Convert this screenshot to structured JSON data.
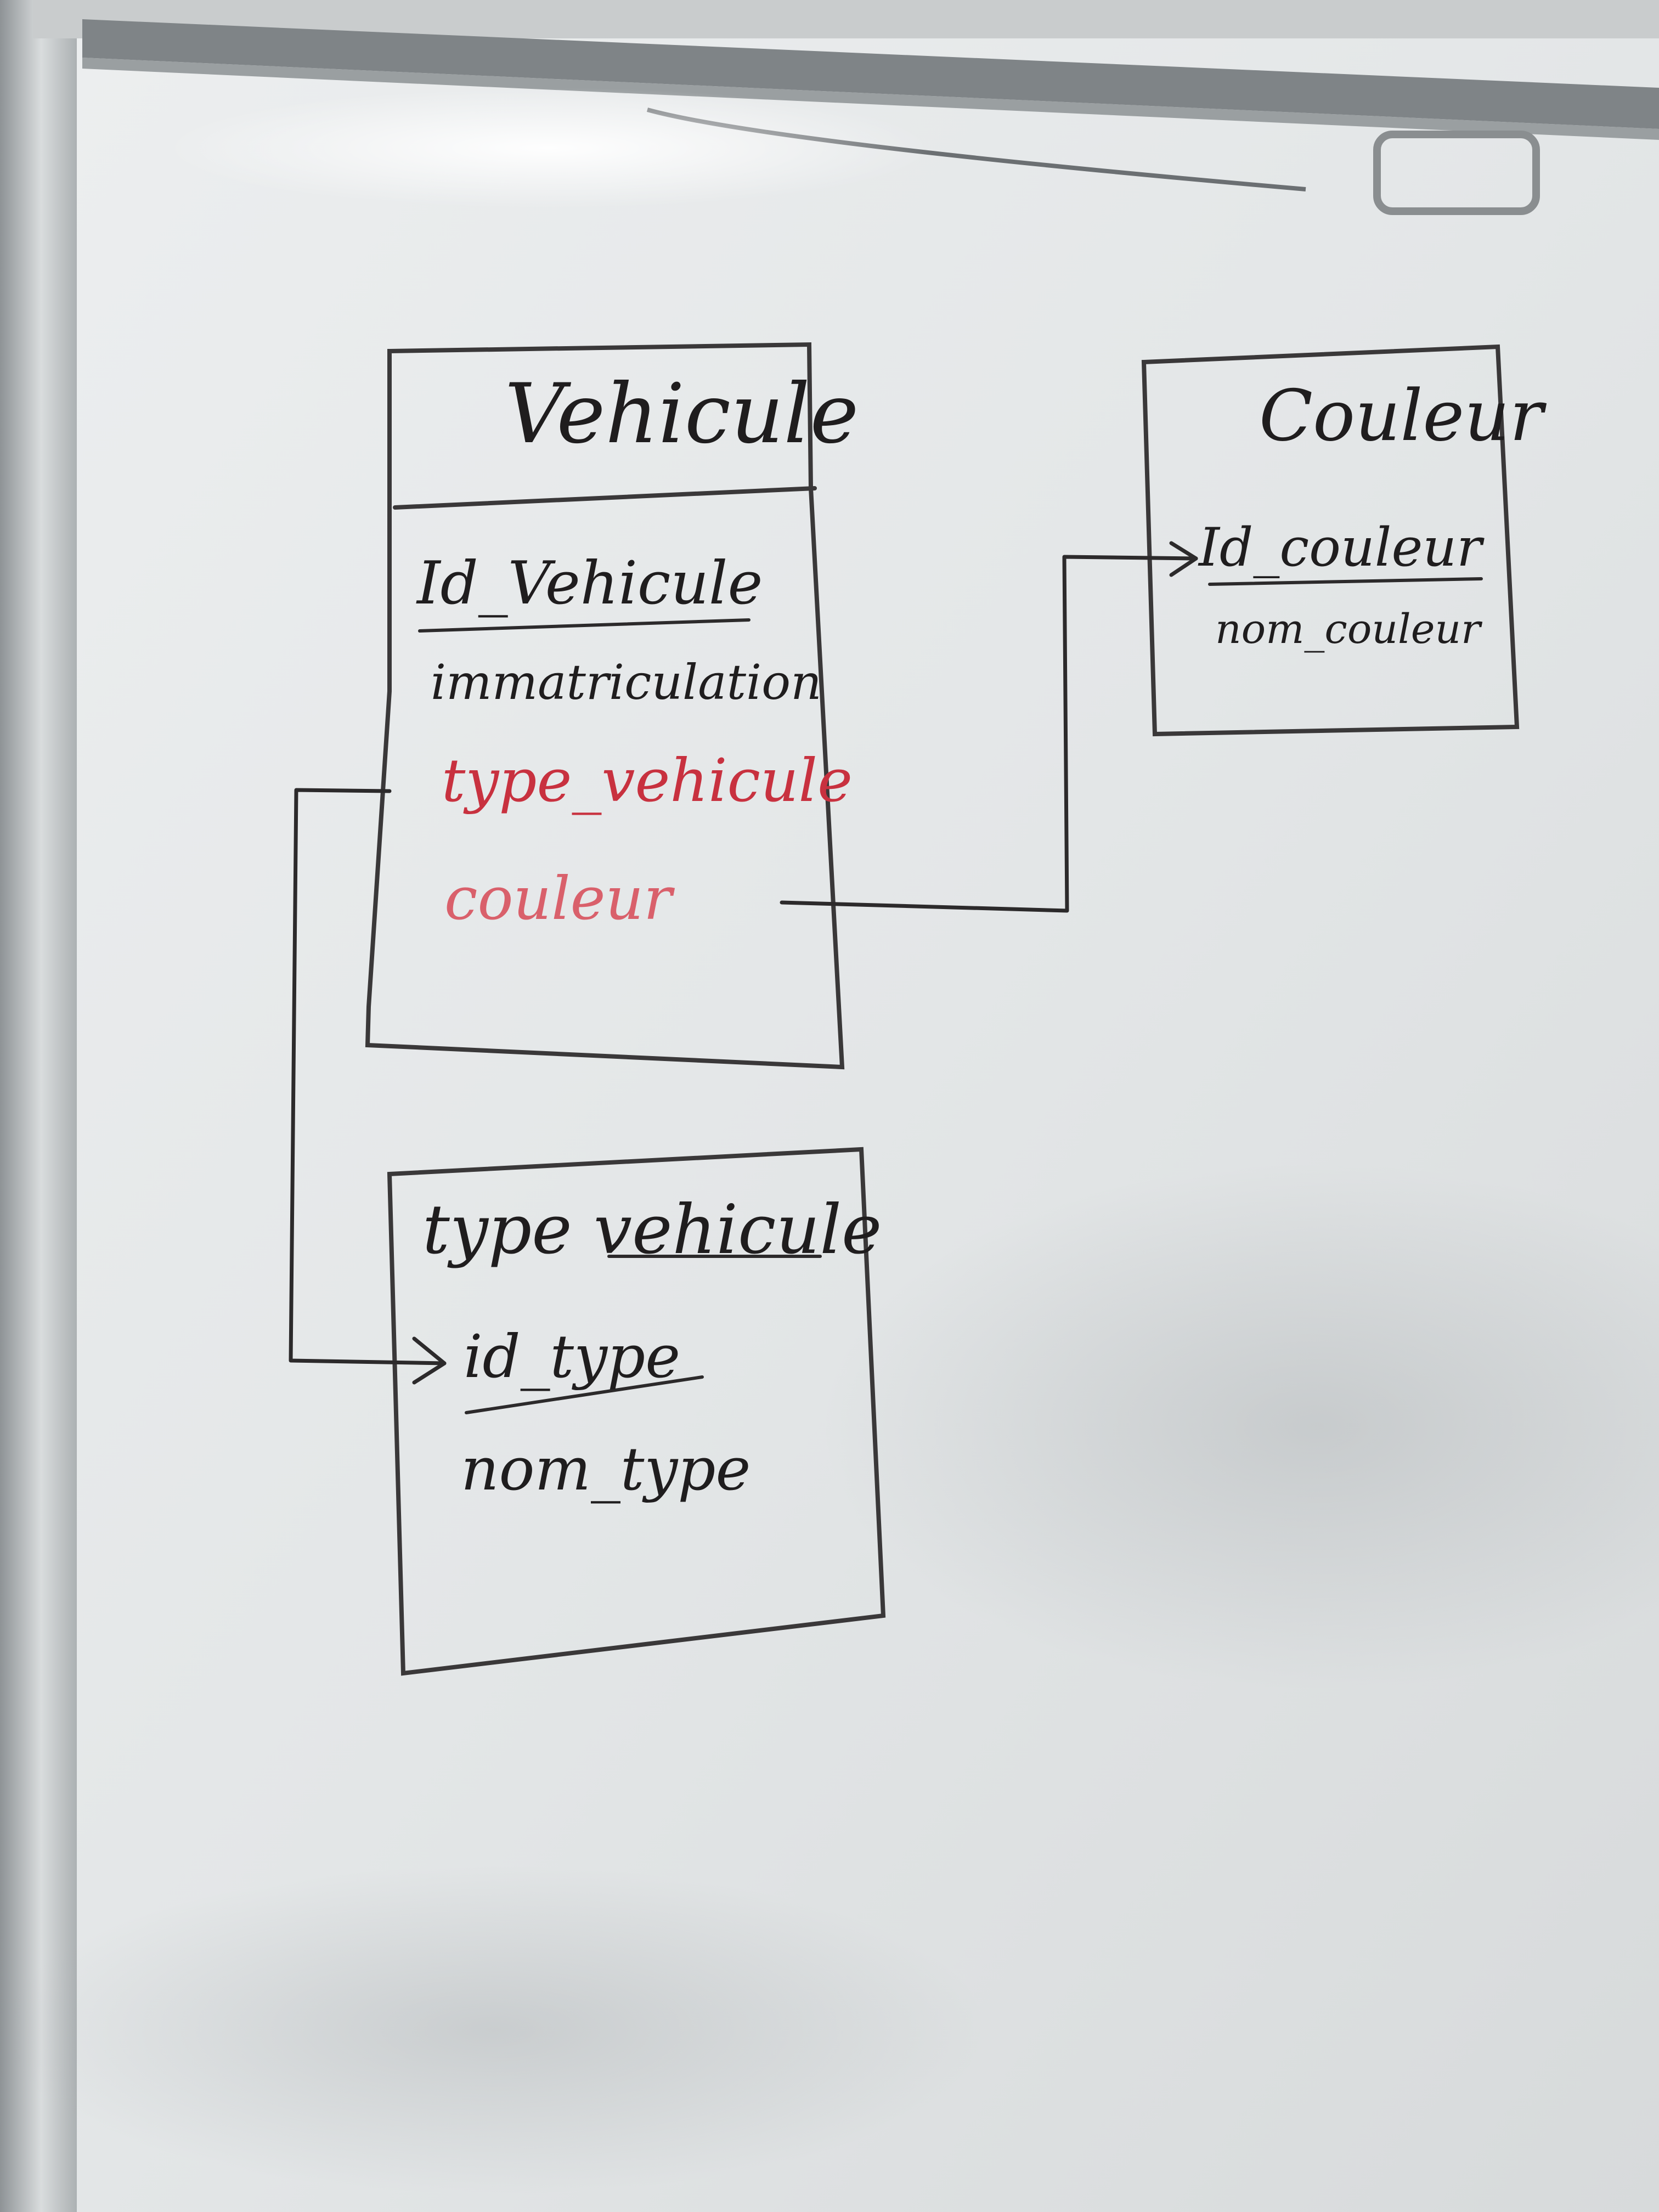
{
  "diagram": {
    "entities": {
      "vehicule": {
        "title": "Vehicule",
        "attributes": [
          "Id_Vehicule",
          "immatriculation",
          "type_vehicule",
          "couleur"
        ],
        "primary_key": "Id_Vehicule",
        "foreign_keys": [
          "type_vehicule",
          "couleur"
        ]
      },
      "couleur": {
        "title": "Couleur",
        "attributes": [
          "Id_couleur",
          "nom_couleur"
        ],
        "primary_key": "Id_couleur"
      },
      "type_vehicule": {
        "title": "type vehicule",
        "attributes": [
          "id_type",
          "nom_type"
        ],
        "primary_key": "id_type"
      }
    },
    "relations": [
      {
        "from": "vehicule.couleur",
        "to": "couleur.Id_couleur"
      },
      {
        "from": "vehicule.type_vehicule",
        "to": "type_vehicule.id_type"
      }
    ]
  },
  "colors": {
    "marker_black": "#1f1d1e",
    "marker_red": "#c8313f",
    "whiteboard": "#e4e7e8"
  }
}
